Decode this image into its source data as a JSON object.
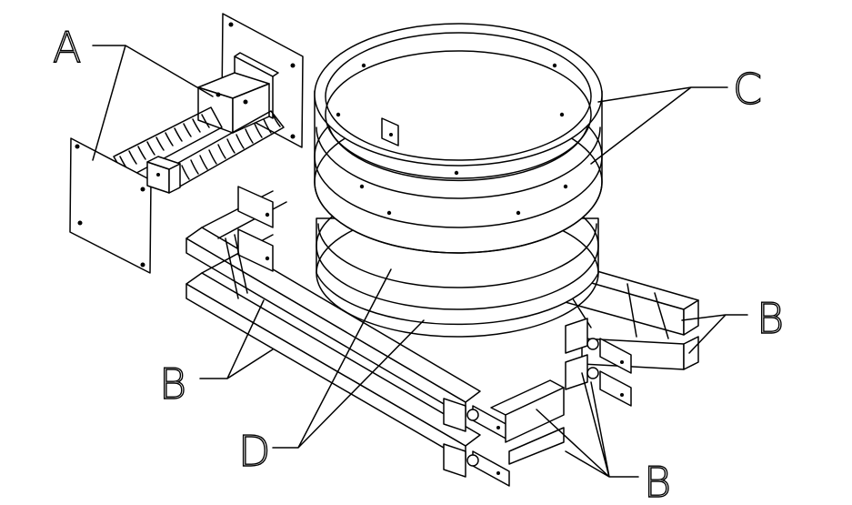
{
  "labels": {
    "a": "A",
    "b_left": "B",
    "b_right": "B",
    "b_bottom": "B",
    "c": "C",
    "d": "D"
  }
}
